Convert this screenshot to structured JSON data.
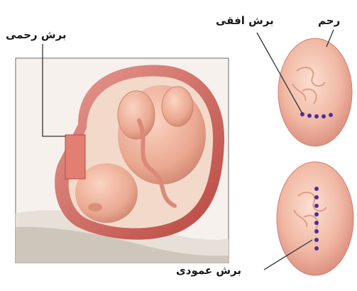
{
  "labels": {
    "uterine_incision": "برش رحمی",
    "horizontal_incision": "برش افقی",
    "uterus": "رحم",
    "vertical_incision": "برش عمودی"
  },
  "colors": {
    "frame": "#9a9a9a",
    "uterus_wall": "#d98b84",
    "uterus_inner": "#c9584f",
    "fetus_skin": "#f0b8a0",
    "fetus_shade": "#d9907a",
    "incision_dots": "#4b2fa3",
    "leader_line": "#333333"
  }
}
